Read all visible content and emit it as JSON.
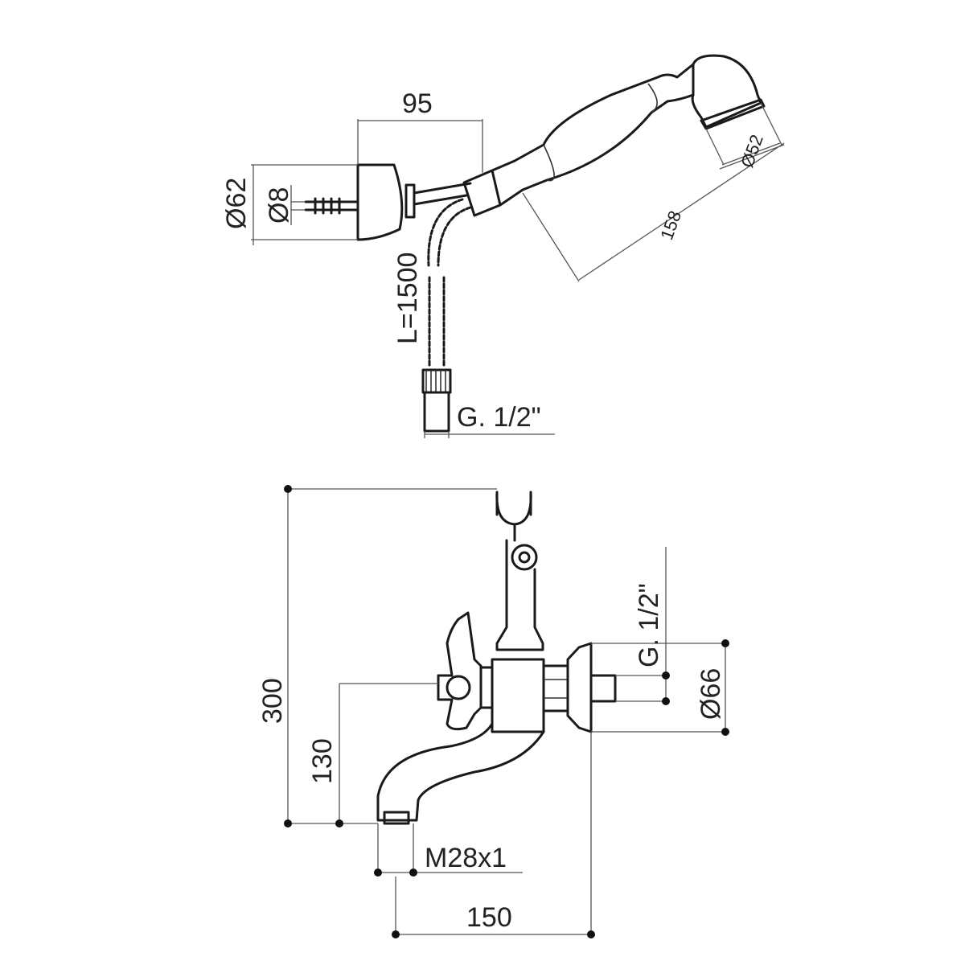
{
  "hand_shower": {
    "dims": {
      "width_95": "95",
      "dia_62": "Ø62",
      "dia_8": "Ø8",
      "hose_length": "L=1500",
      "thread": "G. 1/2\"",
      "head_dia": "Ø52",
      "handle_length": "158"
    }
  },
  "mixer": {
    "dims": {
      "height_300": "300",
      "height_130": "130",
      "width_150": "150",
      "thread_outlet": "M28x1",
      "inlet_thread": "G. 1/2\"",
      "dia_66": "Ø66"
    }
  }
}
